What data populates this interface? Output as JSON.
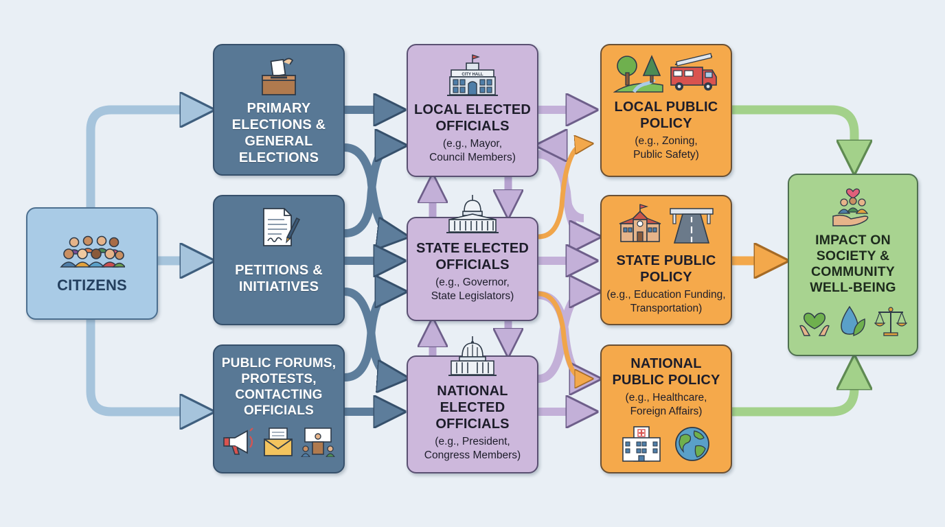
{
  "citizens": {
    "label": "CITIZENS"
  },
  "participation": {
    "elections": "PRIMARY\nELECTIONS &\nGENERAL\nELECTIONS",
    "petitions": "PETITIONS &\nINITIATIVES",
    "forums": "PUBLIC FORUMS,\nPROTESTS,\nCONTACTING\nOFFICIALS"
  },
  "officials": {
    "local": {
      "title": "LOCAL ELECTED\nOFFICIALS",
      "examples": "(e.g., Mayor,\nCouncil Members)",
      "building_sign": "CITY HALL"
    },
    "state": {
      "title": "STATE ELECTED\nOFFICIALS",
      "examples": "(e.g., Governor,\nState Legislators)"
    },
    "national": {
      "title": "NATIONAL\nELECTED\nOFFICIALS",
      "examples": "(e.g., President,\nCongress Members)"
    }
  },
  "policy": {
    "local": {
      "title": "LOCAL PUBLIC\nPOLICY",
      "examples": "(e.g., Zoning,\nPublic Safety)"
    },
    "state": {
      "title": "STATE PUBLIC\nPOLICY",
      "examples": "(e.g., Education Funding,\nTransportation)"
    },
    "national": {
      "title": "NATIONAL\nPUBLIC POLICY",
      "examples": "(e.g., Healthcare,\nForeign Affairs)"
    }
  },
  "impact": {
    "title": "IMPACT ON\nSOCIETY &\nCOMMUNITY\nWELL-BEING"
  },
  "icons": {
    "citizens": "people-group-icon",
    "elections": "ballot-box-icon",
    "petitions": "signed-document-icon",
    "forums": [
      "megaphone-icon",
      "envelope-icon",
      "town-hall-meeting-icon"
    ],
    "local_officials": "city-hall-icon",
    "state_officials": "capitol-building-icon",
    "national_officials": "capitol-dome-icon",
    "local_policy": [
      "park-trees-icon",
      "fire-truck-icon"
    ],
    "state_policy": [
      "schoolhouse-icon",
      "highway-icon"
    ],
    "national_policy": [
      "hospital-icon",
      "globe-icon"
    ],
    "impact": [
      "community-hands-icon",
      "heart-hands-icon",
      "water-leaf-icon",
      "justice-scales-icon"
    ]
  },
  "colors": {
    "citizens": "#a9cbe6",
    "participation": "#587895",
    "officials": "#cdb8dc",
    "policy": "#f5a94b",
    "impact": "#a8d390",
    "blue_arrow": "#5c87ab",
    "purple_arrow": "#b6a2cf",
    "orange_arrow": "#f0a54a",
    "green_arrow": "#98c97f"
  }
}
